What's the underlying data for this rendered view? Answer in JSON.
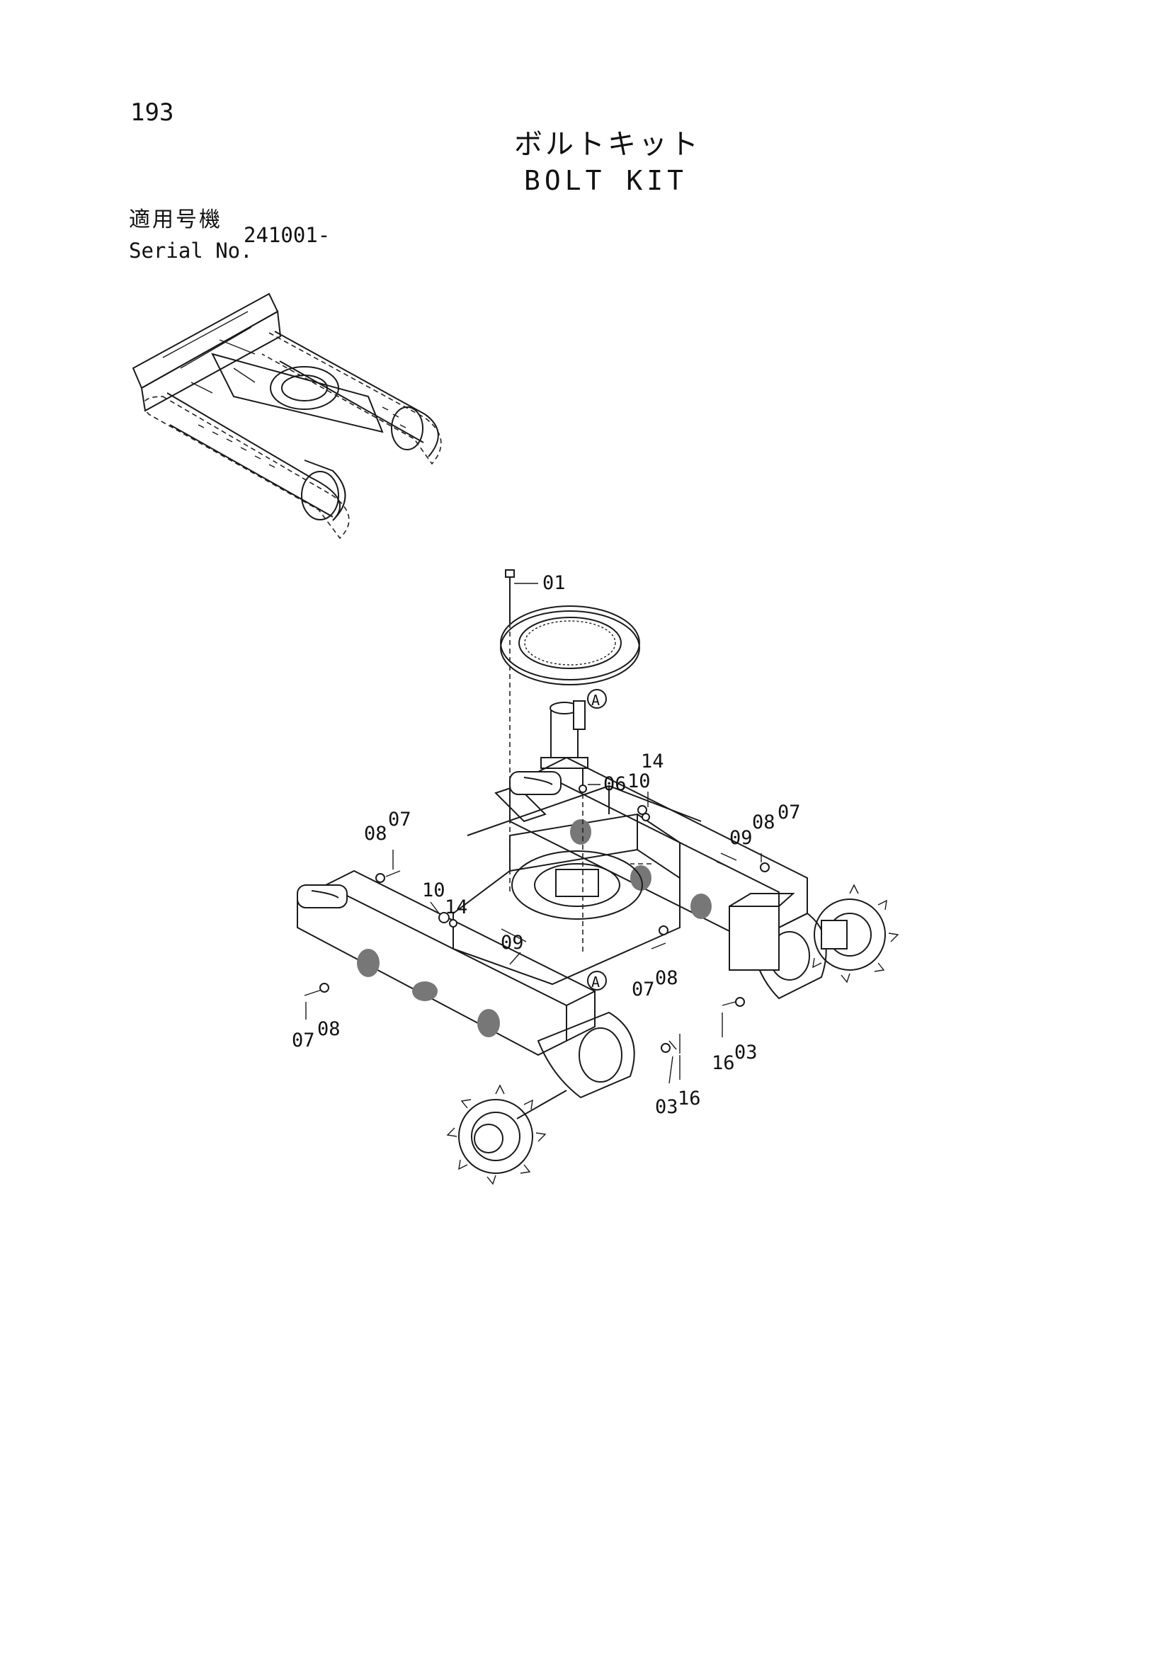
{
  "header": {
    "page_number": "193",
    "title_jp": "ボルトキット",
    "title_en": "BOLT KIT"
  },
  "serial": {
    "label_jp": "適用号機",
    "label_en": "Serial No.",
    "value": "241001-"
  },
  "callouts": {
    "c01": "01",
    "c06": "06",
    "c14a": "14",
    "c10a": "10",
    "c08a": "08",
    "c07a": "07",
    "c09a": "09",
    "c08b": "08",
    "c07b": "07",
    "c10b": "10",
    "c14b": "14",
    "c09b": "09",
    "c07c": "07",
    "c08c": "08",
    "c07d": "07",
    "c08d": "08",
    "c16a": "16",
    "c03a": "03",
    "c03b": "03",
    "c16b": "16",
    "markerA1": "A",
    "markerA2": "A"
  }
}
